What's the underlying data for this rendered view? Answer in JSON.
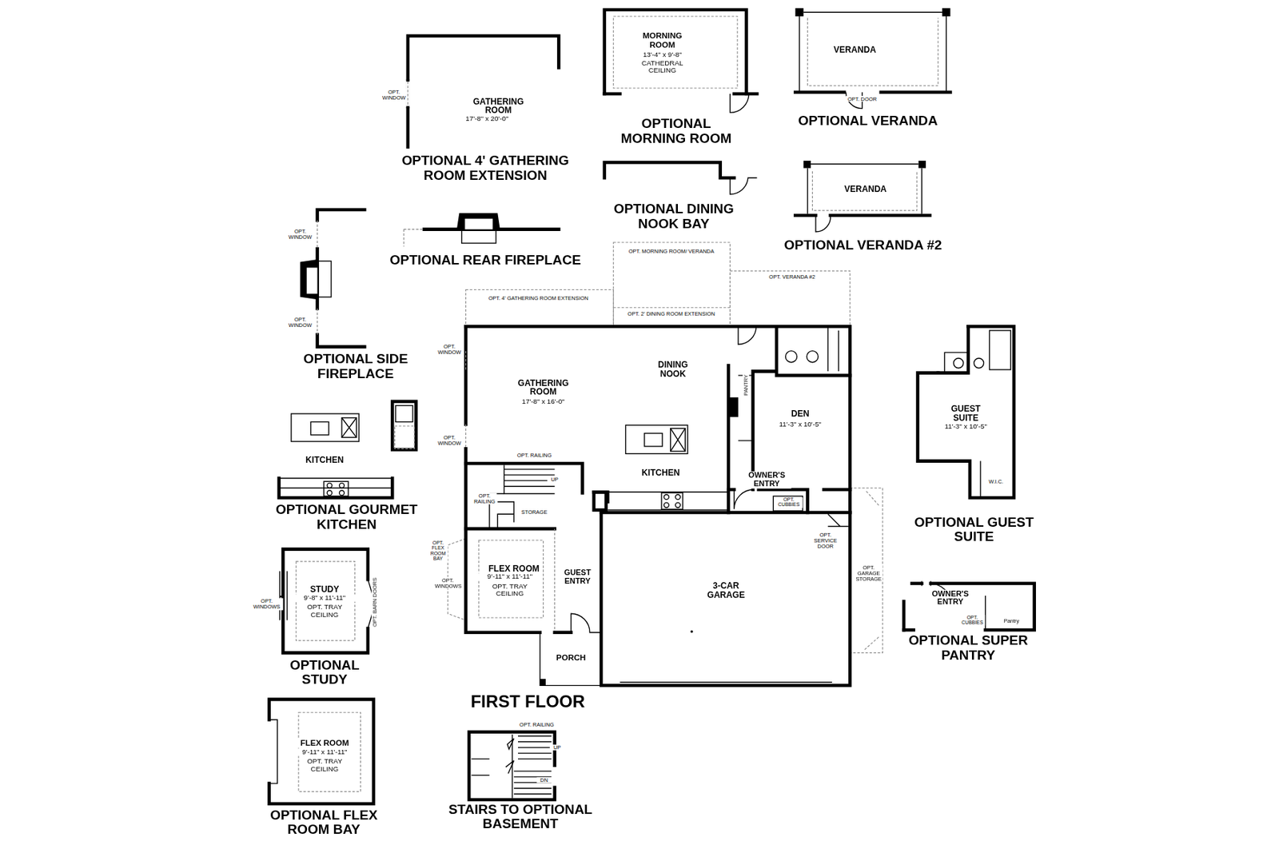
{
  "diagram": {
    "title": "FIRST FLOOR",
    "labels": [
      "GATHERING ROOM",
      "17'-8\" x 20'-0\"",
      "OPT. WINDOW",
      "OPTIONAL 4' GATHERING ROOM EXTENSION",
      "MORNING ROOM",
      "13'-4\" x 9'-8\"",
      "CATHEDRAL CEILING",
      "OPTIONAL MORNING ROOM",
      "VERANDA",
      "OPT. DOOR",
      "OPTIONAL VERANDA",
      "OPTIONAL DINING NOOK BAY",
      "VERANDA",
      "OPTIONAL VERANDA #2",
      "OPT. WINDOW",
      "OPT. WINDOW",
      "OPTIONAL REAR FIREPLACE",
      "OPTIONAL SIDE FIREPLACE",
      "OPT. MORNING ROOM/ VERANDA",
      "OPT. VERANDA #2",
      "OPT. 4' GATHERING ROOM EXTENSION",
      "OPT. 2' DINING ROOM EXTENSION",
      "OPT. WINDOW",
      "OPT. WINDOW",
      "GATHERING ROOM",
      "17'-8\" x 16'-0\"",
      "DINING NOOK",
      "PANTRY",
      "DEN",
      "11'-3\" x 10'-5\"",
      "KITCHEN",
      "OPT. RAILING",
      "UP",
      "OPT. RAILING",
      "STORAGE",
      "OWNER'S ENTRY",
      "OPT. CUBBIES",
      "FLEX ROOM",
      "9'-11\" x 11'-11\"",
      "OPT. TRAY CEILING",
      "GUEST ENTRY",
      "OPT. FLEX ROOM BAY",
      "OPT. WINDOWS",
      "OPT. SERVICE DOOR",
      "3-CAR GARAGE",
      "OPT. GARAGE STORAGE",
      "PORCH",
      "KITCHEN",
      "OPTIONAL GOURMET KITCHEN",
      "STUDY",
      "9'-8\" x 11'-11\"",
      "OPT. TRAY CEILING",
      "OPT. WINDOWS",
      "OPT. BARN DOORS",
      "OPTIONAL STUDY",
      "FLEX ROOM",
      "9'-11\" x 11'-11\"",
      "OPT. TRAY CEILING",
      "OPTIONAL FLEX ROOM BAY",
      "OPT. RAILING",
      "UP",
      "DN",
      "STAIRS TO OPTIONAL BASEMENT",
      "GUEST SUITE",
      "11'-3\" x 10'-5\"",
      "W.I.C.",
      "OPTIONAL GUEST SUITE",
      "OWNER'S ENTRY",
      "OPT. CUBBIES",
      "Pantry",
      "OPTIONAL SUPER PANTRY"
    ]
  }
}
